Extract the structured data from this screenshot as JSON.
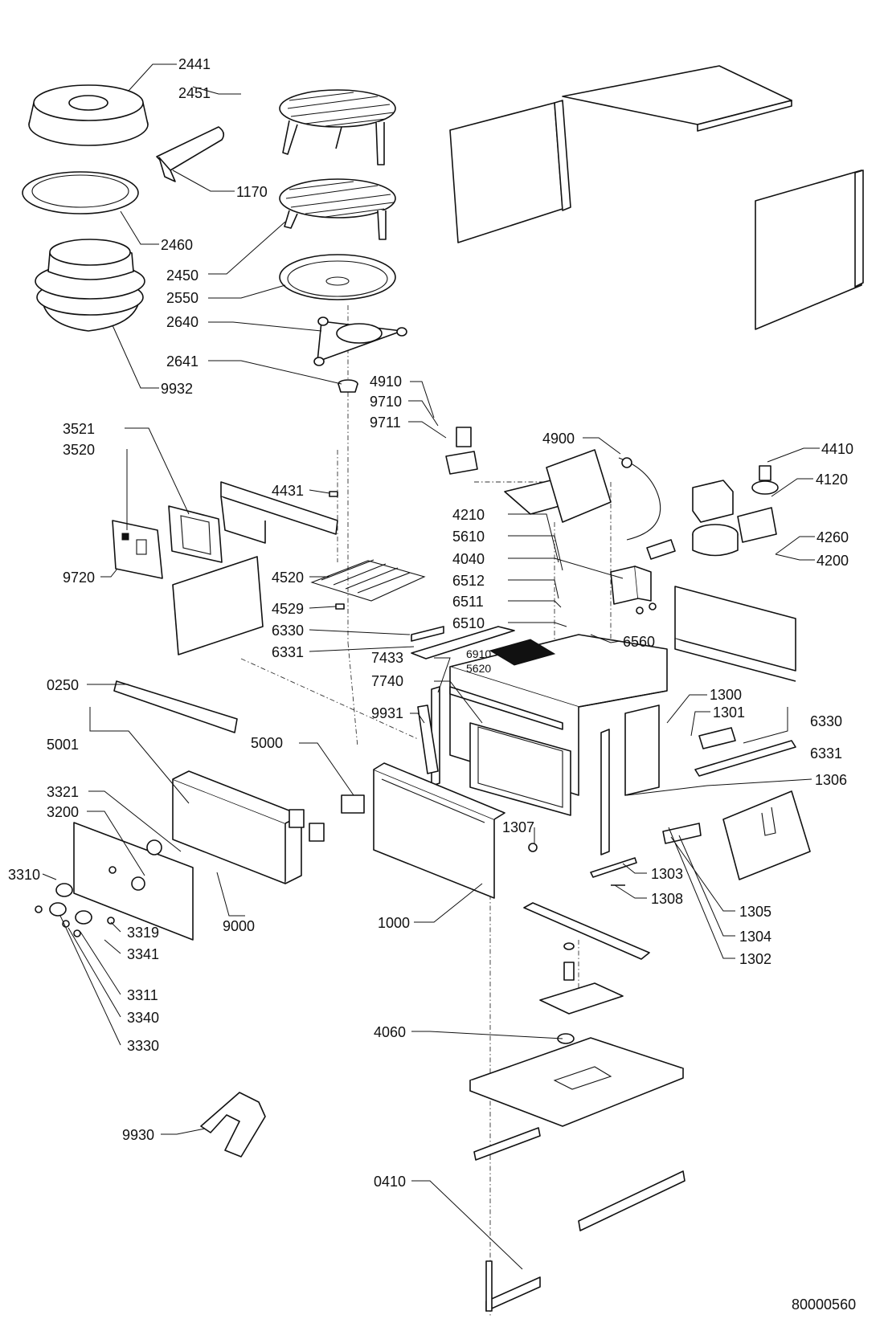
{
  "diagram": {
    "drawing_number": "80000560",
    "labels": {
      "l2441": "2441",
      "l2451": "2451",
      "l1170": "1170",
      "l2460": "2460",
      "l2450": "2450",
      "l2550": "2550",
      "l2640": "2640",
      "l2641": "2641",
      "l9932": "9932",
      "l4910": "4910",
      "l9710": "9710",
      "l9711": "9711",
      "l4900": "4900",
      "l4410": "4410",
      "l4120": "4120",
      "l4260": "4260",
      "l4200": "4200",
      "l3521": "3521",
      "l3520": "3520",
      "l9720": "9720",
      "l4431": "4431",
      "l4520": "4520",
      "l4529": "4529",
      "l6330a": "6330",
      "l6331a": "6331",
      "l4210": "4210",
      "l5610": "5610",
      "l4040": "4040",
      "l6512": "6512",
      "l6511": "6511",
      "l6510": "6510",
      "l6560": "6560",
      "l6910": "6910",
      "l5620": "5620",
      "l7433": "7433",
      "l7740": "7740",
      "l9931": "9931",
      "l0250": "0250",
      "l5001": "5001",
      "l5000": "5000",
      "l1300": "1300",
      "l1301": "1301",
      "l6330b": "6330",
      "l6331b": "6331",
      "l1306": "1306",
      "l3321": "3321",
      "l3200": "3200",
      "l3310": "3310",
      "l3319": "3319",
      "l3341": "3341",
      "l3311": "3311",
      "l3340": "3340",
      "l3330": "3330",
      "l9000": "9000",
      "l1000": "1000",
      "l1307": "1307",
      "l1303": "1303",
      "l1308": "1308",
      "l1305": "1305",
      "l1304": "1304",
      "l1302": "1302",
      "l4060": "4060",
      "l9930": "9930",
      "l0410": "0410"
    }
  }
}
